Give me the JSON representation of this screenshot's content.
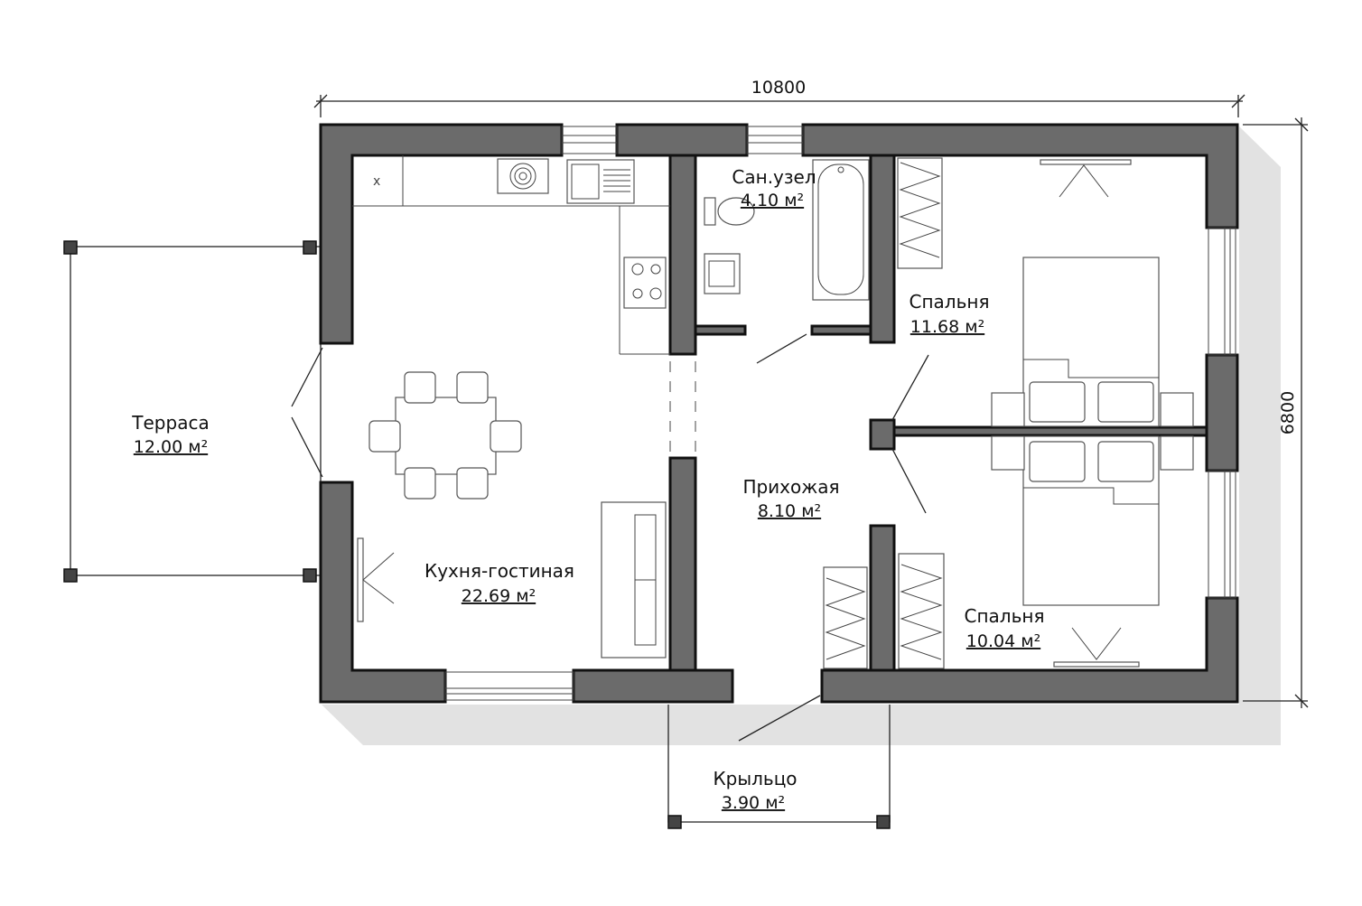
{
  "dimensions": {
    "width": "10800",
    "height": "6800"
  },
  "rooms": {
    "terrace": {
      "name": "Терраса",
      "area": "12.00 м²"
    },
    "bathroom": {
      "name": "Сан.узел",
      "area": "4.10 м²"
    },
    "kitchen": {
      "name": "Кухня-гостиная",
      "area": "22.69 м²"
    },
    "hallway": {
      "name": "Прихожая",
      "area": "8.10 м²"
    },
    "bedroom1": {
      "name": "Спальня",
      "area": "11.68 м²"
    },
    "bedroom2": {
      "name": "Спальня",
      "area": "10.04 м²"
    },
    "porch": {
      "name": "Крыльцо",
      "area": "3.90 м²"
    }
  },
  "colors": {
    "wall": "#6b6b6b",
    "shadow": "#e2e2e2",
    "outline": "#111111"
  }
}
